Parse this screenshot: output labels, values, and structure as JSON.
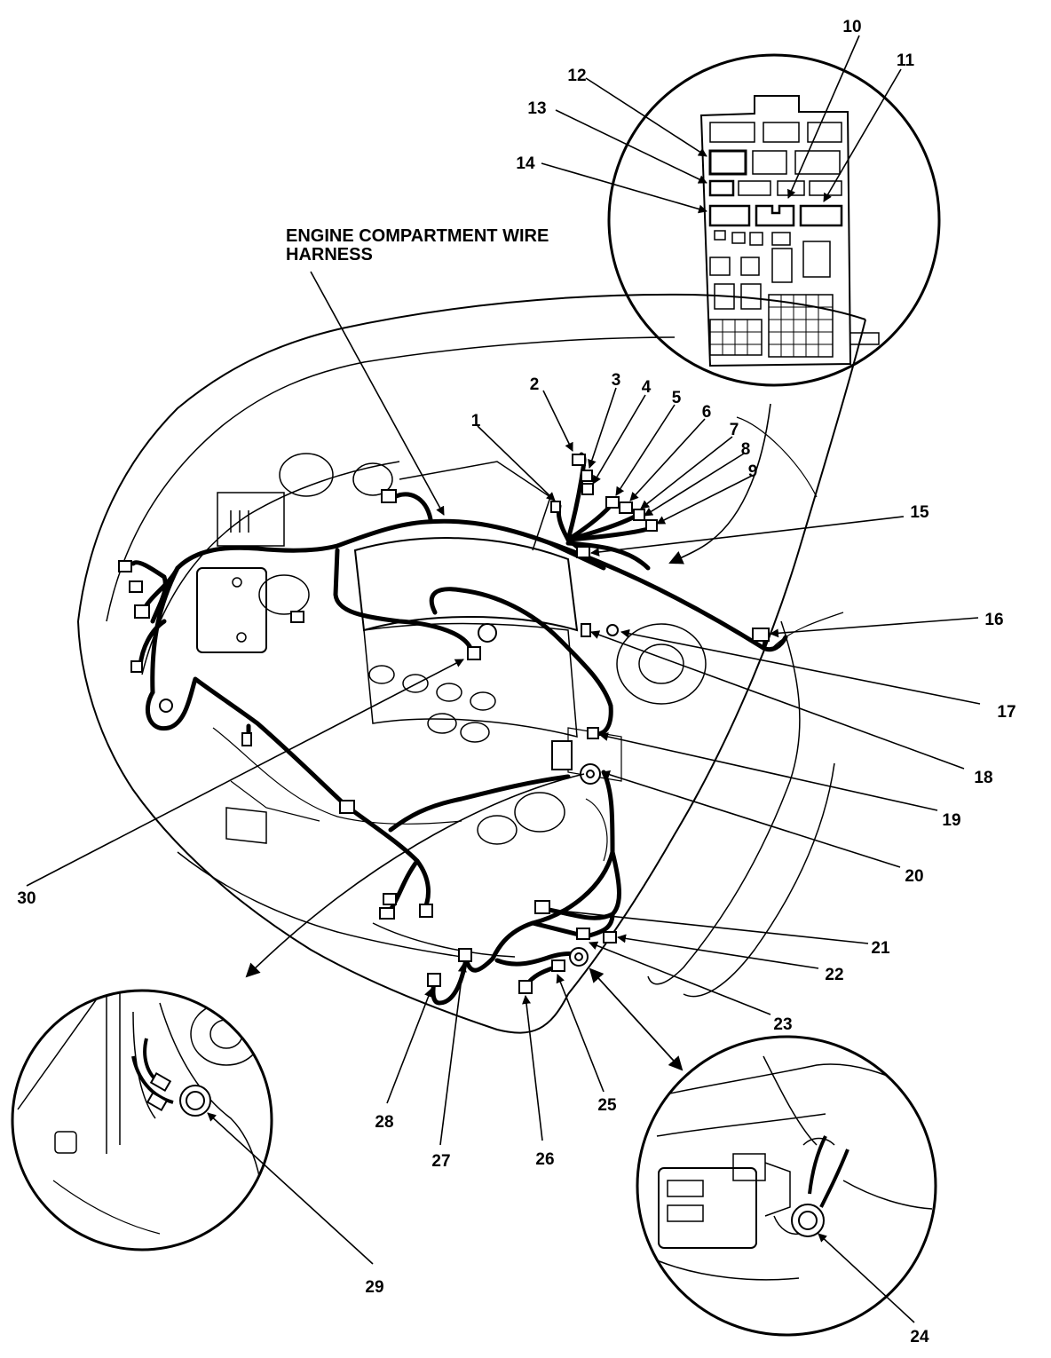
{
  "title": {
    "line1": "ENGINE COMPARTMENT WIRE",
    "line2": "HARNESS"
  },
  "callouts": [
    "1",
    "2",
    "3",
    "4",
    "5",
    "6",
    "7",
    "8",
    "9",
    "10",
    "11",
    "12",
    "13",
    "14",
    "15",
    "16",
    "17",
    "18",
    "19",
    "20",
    "21",
    "22",
    "23",
    "24",
    "25",
    "26",
    "27",
    "28",
    "29",
    "30"
  ],
  "colors": {
    "ink": "#000000",
    "paper": "#ffffff"
  }
}
